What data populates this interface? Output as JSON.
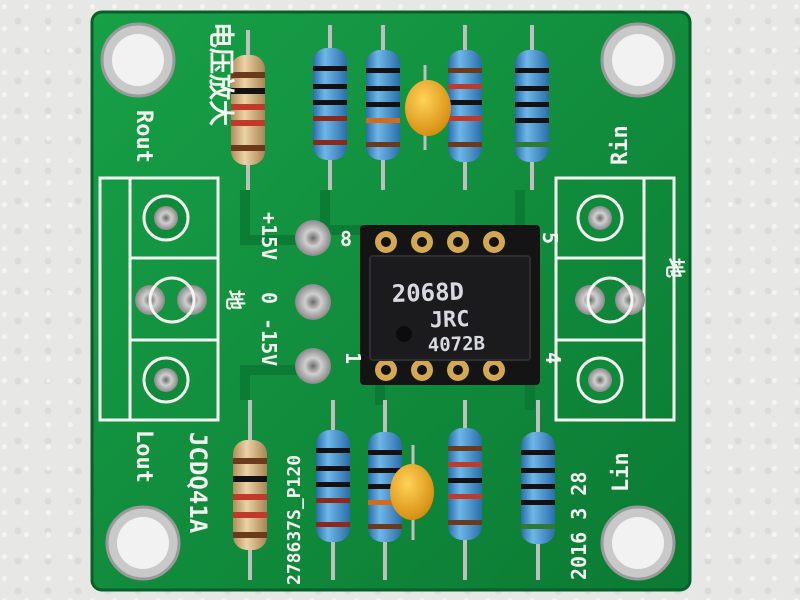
{
  "board": {
    "title_cn": "电压放大",
    "model": "JCDQ41A",
    "serial": "278637S_P120",
    "date": "2016 3 28",
    "label_rout": "Rout",
    "label_rin": "Rin",
    "label_lout": "Lout",
    "label_lin": "Lin",
    "power_plus": "+15V",
    "power_zero": "0",
    "power_minus": "-15V",
    "pin8": "8",
    "pin5": "5",
    "pin1": "1",
    "pin4": "4",
    "gnd_left": "地",
    "gnd_right": "地"
  },
  "chip": {
    "line1": "2068D",
    "line2": "JRC",
    "line3": "4072B"
  },
  "colors": {
    "pcb": "#0e8a3a",
    "silkscreen": "#f4f4f0",
    "resistor_blue": "#3e8fd0",
    "resistor_beige": "#d8b88a",
    "capacitor": "#e8a21c"
  }
}
